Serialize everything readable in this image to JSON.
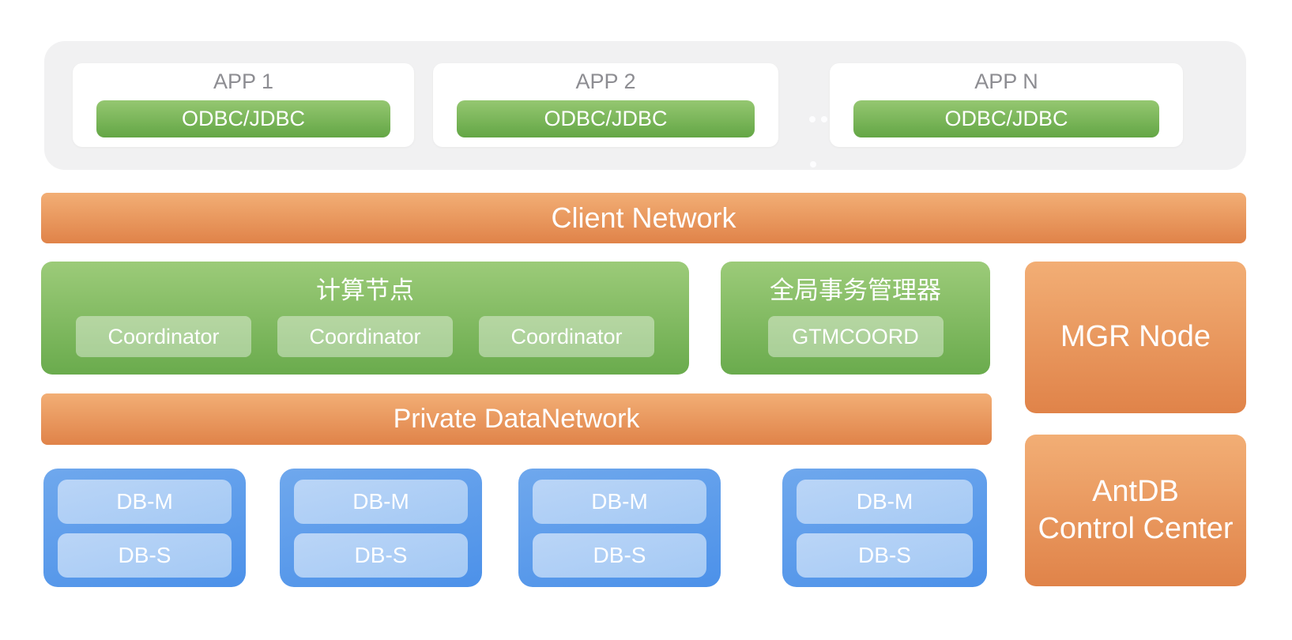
{
  "app_layer": {
    "apps": [
      {
        "title": "APP 1",
        "connector": "ODBC/JDBC"
      },
      {
        "title": "APP 2",
        "connector": "ODBC/JDBC"
      },
      {
        "title": "APP N",
        "connector": "ODBC/JDBC"
      }
    ]
  },
  "client_network": {
    "label": "Client Network"
  },
  "compute": {
    "title": "计算节点",
    "nodes": [
      "Coordinator",
      "Coordinator",
      "Coordinator"
    ]
  },
  "gtm": {
    "title": "全局事务管理器",
    "node": "GTMCOORD"
  },
  "mgr_node": {
    "label": "MGR Node"
  },
  "private_network": {
    "label": "Private DataNetwork"
  },
  "data_nodes": [
    {
      "master": "DB-M",
      "standby": "DB-S"
    },
    {
      "master": "DB-M",
      "standby": "DB-S"
    },
    {
      "master": "DB-M",
      "standby": "DB-S"
    },
    {
      "master": "DB-M",
      "standby": "DB-S"
    }
  ],
  "control_center": {
    "line1": "AntDB",
    "line2": "Control Center"
  },
  "colors": {
    "gray_bg": "#F1F1F2",
    "app_title": "#8D8D92",
    "orange_top": "#F2AE75",
    "orange_bottom": "#E08349",
    "green_top": "#9CCB79",
    "green_bottom": "#6AAB4D",
    "btn_green_top": "#95C771",
    "btn_green_bottom": "#63A645",
    "blue_top": "#6FA8ED",
    "blue_bottom": "#4C91E9",
    "inner_blue_top": "#BAD5F7",
    "inner_blue_bottom": "#A4C9F4"
  }
}
